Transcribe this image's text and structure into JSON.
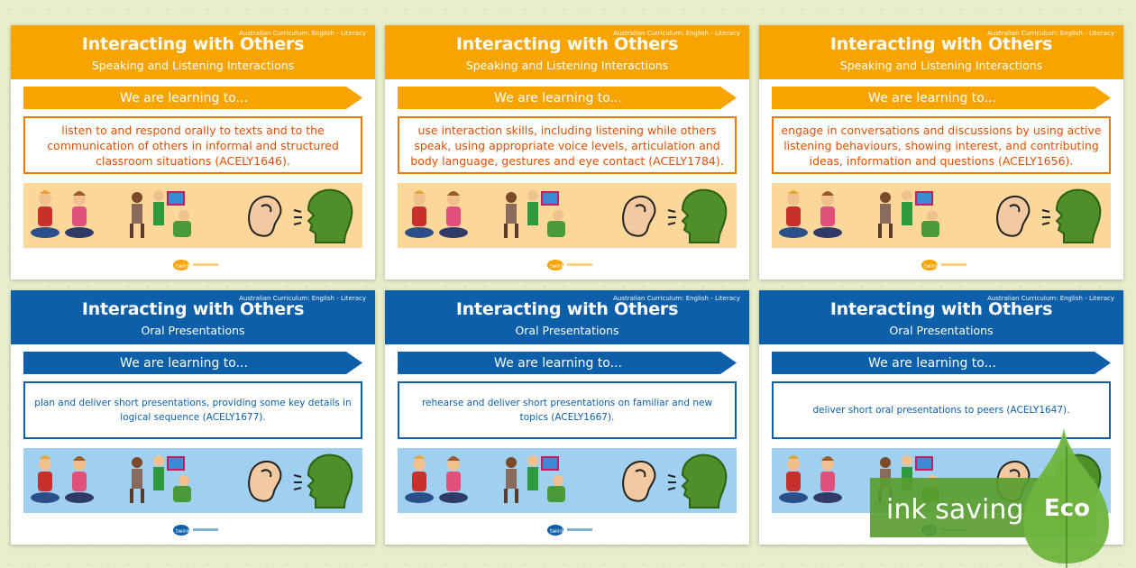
{
  "cards": [
    {
      "theme": "orange",
      "curriculum": "Australian Curriculum: English - Literacy",
      "title": "Interacting with Others",
      "subtitle": "Speaking and Listening Interactions",
      "banner": "We are learning to...",
      "text": "listen to and respond orally to texts and to the communication of others in informal and structured classroom situations (ACELY1646)."
    },
    {
      "theme": "orange",
      "curriculum": "Australian Curriculum: English - Literacy",
      "title": "Interacting with Others",
      "subtitle": "Speaking and Listening Interactions",
      "banner": "We are learning to...",
      "text": "use interaction skills, including listening while others speak, using appropriate voice levels, articulation and body language, gestures and eye contact (ACELY1784)."
    },
    {
      "theme": "orange",
      "curriculum": "Australian Curriculum: English - Literacy",
      "title": "Interacting with Others",
      "subtitle": "Speaking and Listening Interactions",
      "banner": "We are learning to...",
      "text": "engage in conversations and discussions by using active listening behaviours, showing interest, and contributing ideas, information and questions (ACELY1656)."
    },
    {
      "theme": "blue",
      "curriculum": "Australian Curriculum: English - Literacy",
      "title": "Interacting with Others",
      "subtitle": "Oral Presentations",
      "banner": "We are learning to...",
      "text": "plan and deliver short presentations, providing some key details in logical sequence (ACELY1677)."
    },
    {
      "theme": "blue",
      "curriculum": "Australian Curriculum: English - Literacy",
      "title": "Interacting with Others",
      "subtitle": "Oral Presentations",
      "banner": "We are learning to...",
      "text": "rehearse and deliver short presentations on familiar and new topics (ACELY1667)."
    },
    {
      "theme": "blue",
      "curriculum": "Australian Curriculum: English - Literacy",
      "title": "Interacting with Others",
      "subtitle": "Oral Presentations",
      "banner": "We are learning to...",
      "text": "deliver short oral presentations to peers (ACELY1647)."
    }
  ],
  "brand": "twinkl",
  "eco_badge": {
    "label": "ink saving",
    "tag": "Eco"
  },
  "colors": {
    "orange": "#f7a400",
    "blue": "#0d5fa9",
    "eco_green": "#5a9d2f"
  }
}
